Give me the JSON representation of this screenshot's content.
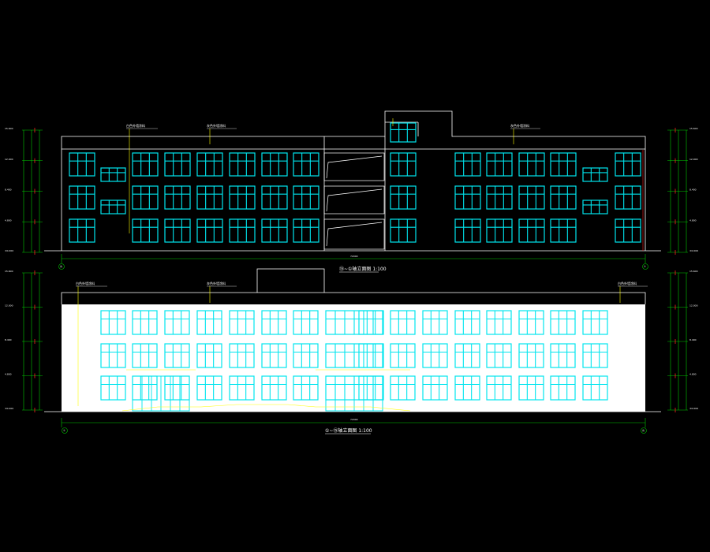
{
  "viewport": {
    "background": "#000000"
  },
  "colors": {
    "window": "#00e5ee",
    "outline": "#ffffff",
    "dimension": "#00c800",
    "leader": "#ffff00",
    "wall": "#ffffff"
  },
  "upper_elevation": {
    "title": "⑮~①轴立面图  1:100",
    "notes": [
      "白色外墙涂料",
      "灰色外墙涂料",
      "灰色外墙涂料"
    ],
    "total_dimension": "72000",
    "grid_left": "⑮",
    "grid_right": "①"
  },
  "lower_elevation": {
    "title": "①~⑮轴立面图  1:100",
    "notes": [
      "白色外墙涂料",
      "灰色外墙涂料",
      "白色外墙涂料"
    ],
    "total_dimension": "72000",
    "grid_left": "①",
    "grid_right": "⑮"
  },
  "level_marks": [
    "15.600",
    "12.000",
    "8.400",
    "4.800",
    "±0.000"
  ]
}
